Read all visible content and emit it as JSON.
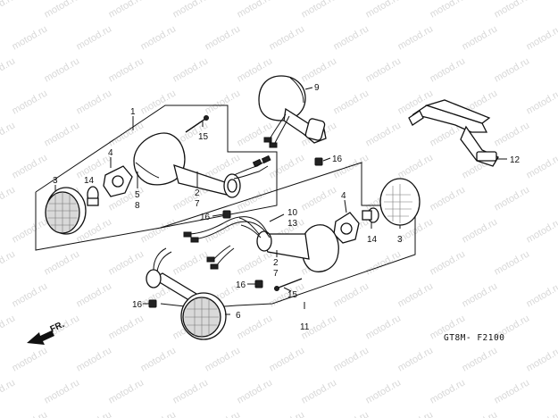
{
  "watermark": "motod.ru",
  "diagram_code": "GT8M- F2100",
  "front_arrow_label": "FR.",
  "callouts": {
    "c1": "1",
    "c2a": "2",
    "c7a": "7",
    "c3a": "3",
    "c4a": "4",
    "c5": "5",
    "c8": "8",
    "c14a": "14",
    "c15a": "15",
    "c16a": "16",
    "c9": "9",
    "c12": "12",
    "c16b": "16",
    "c10": "10",
    "c13": "13",
    "c4b": "4",
    "c14b": "14",
    "c3b": "3",
    "c2b": "2",
    "c7b": "7",
    "c16c": "16",
    "c15b": "15",
    "c16d": "16",
    "c6": "6",
    "c11": "11"
  }
}
